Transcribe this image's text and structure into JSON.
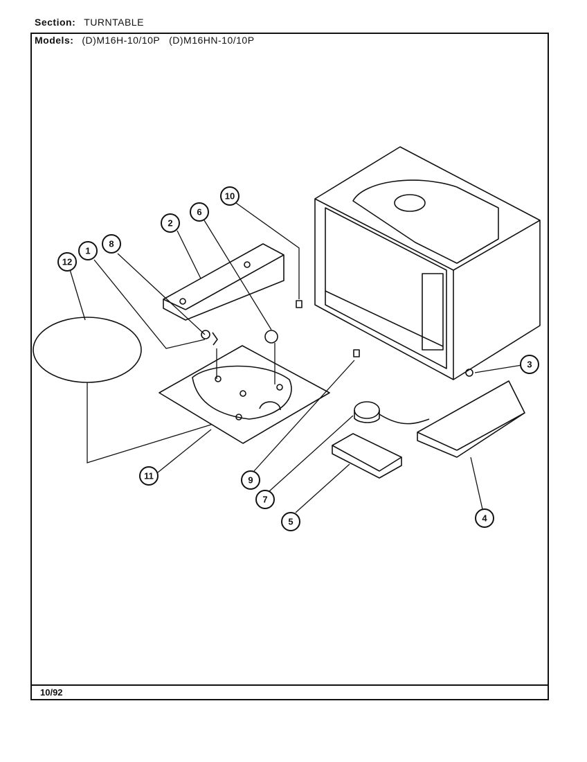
{
  "header": {
    "section_label": "Section:",
    "section_value": "TURNTABLE",
    "models_label": "Models:",
    "models_value": "(D)M16H-10/10P   (D)M16HN-10/10P"
  },
  "footer": {
    "date": "10/92"
  },
  "callouts": [
    {
      "id": "1",
      "label": "1"
    },
    {
      "id": "2",
      "label": "2"
    },
    {
      "id": "3",
      "label": "3"
    },
    {
      "id": "4",
      "label": "4"
    },
    {
      "id": "5",
      "label": "5"
    },
    {
      "id": "6",
      "label": "6"
    },
    {
      "id": "7",
      "label": "7"
    },
    {
      "id": "8",
      "label": "8"
    },
    {
      "id": "9",
      "label": "9"
    },
    {
      "id": "10",
      "label": "10"
    },
    {
      "id": "11",
      "label": "11"
    },
    {
      "id": "12",
      "label": "12"
    }
  ]
}
